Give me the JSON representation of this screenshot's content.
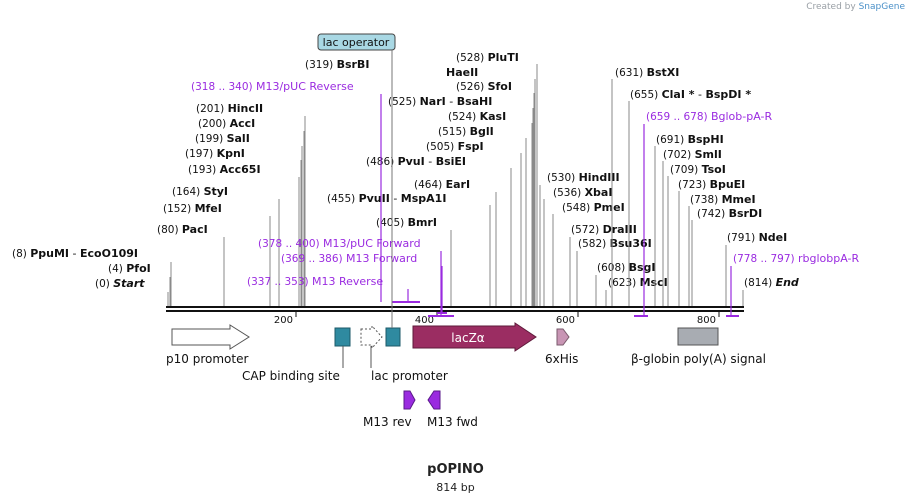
{
  "credit": {
    "prefix": "Created by",
    "brand": "SnapGene"
  },
  "plasmid": {
    "name": "pOPINO",
    "length": "814 bp"
  },
  "ruler": [
    "200",
    "400",
    "600",
    "800"
  ],
  "sites": [
    {
      "pos": "(8)",
      "name": "PpuMI",
      "extra": "EcoO109I",
      "sep": "-"
    },
    {
      "pos": "(4)",
      "name": "PfoI"
    },
    {
      "pos": "(0)",
      "name": "Start",
      "italic": true
    },
    {
      "pos": "(80)",
      "name": "PacI"
    },
    {
      "pos": "(152)",
      "name": "MfeI"
    },
    {
      "pos": "(164)",
      "name": "StyI"
    },
    {
      "pos": "(193)",
      "name": "Acc65I"
    },
    {
      "pos": "(197)",
      "name": "KpnI"
    },
    {
      "pos": "(199)",
      "name": "SalI"
    },
    {
      "pos": "(200)",
      "name": "AccI"
    },
    {
      "pos": "(201)",
      "name": "HincII"
    },
    {
      "pos": "(319)",
      "name": "BsrBI"
    },
    {
      "pos": "(405)",
      "name": "BmrI"
    },
    {
      "pos": "(455)",
      "name": "PvuII",
      "extra": "MspA1I",
      "sep": "-"
    },
    {
      "pos": "(464)",
      "name": "EarI"
    },
    {
      "pos": "(486)",
      "name": "PvuI",
      "extra": "BsiEI",
      "sep": "-"
    },
    {
      "pos": "(505)",
      "name": "FspI"
    },
    {
      "pos": "(515)",
      "name": "BglI"
    },
    {
      "pos": "(524)",
      "name": "KasI"
    },
    {
      "pos": "(525)",
      "name": "NarI",
      "extra": "BsaHI",
      "sep": "-"
    },
    {
      "pos": "(526)",
      "name": "SfoI"
    },
    {
      "pos": "",
      "name": "HaeII"
    },
    {
      "pos": "(528)",
      "name": "PluTI"
    },
    {
      "pos": "(530)",
      "name": "HindIII"
    },
    {
      "pos": "(536)",
      "name": "XbaI"
    },
    {
      "pos": "(548)",
      "name": "PmeI"
    },
    {
      "pos": "(572)",
      "name": "DraIII"
    },
    {
      "pos": "(582)",
      "name": "Bsu36I"
    },
    {
      "pos": "(608)",
      "name": "BsgI"
    },
    {
      "pos": "(623)",
      "name": "MscI"
    },
    {
      "pos": "(631)",
      "name": "BstXI"
    },
    {
      "pos": "(655)",
      "name": "ClaI *",
      "extra": "BspDI *",
      "sep": "-"
    },
    {
      "pos": "(691)",
      "name": "BspHI"
    },
    {
      "pos": "(702)",
      "name": "SmlI"
    },
    {
      "pos": "(709)",
      "name": "TsoI"
    },
    {
      "pos": "(723)",
      "name": "BpuEI"
    },
    {
      "pos": "(738)",
      "name": "MmeI"
    },
    {
      "pos": "(742)",
      "name": "BsrDI"
    },
    {
      "pos": "(791)",
      "name": "NdeI"
    },
    {
      "pos": "(814)",
      "name": "End",
      "italic": true
    }
  ],
  "primers": [
    {
      "range": "(318 .. 340)",
      "name": "M13/pUC Reverse"
    },
    {
      "range": "(378 .. 400)",
      "name": "M13/pUC Forward"
    },
    {
      "range": "(369 .. 386)",
      "name": "M13 Forward"
    },
    {
      "range": "(337 .. 353)",
      "name": "M13 Reverse"
    },
    {
      "range": "(659 .. 678)",
      "name": "Bglob-pA-R"
    },
    {
      "range": "(778 .. 797)",
      "name": "rbglobpA-R"
    }
  ],
  "features": [
    {
      "name": "p10 promoter"
    },
    {
      "name": "CAP binding site"
    },
    {
      "name": "lac promoter"
    },
    {
      "name": "lac operator"
    },
    {
      "name": "lacZα"
    },
    {
      "name": "6xHis"
    },
    {
      "name": "β-globin poly(A) signal"
    },
    {
      "name": "M13 rev"
    },
    {
      "name": "M13 fwd"
    }
  ],
  "colors": {
    "primer": "#9a2be0",
    "lacZ": "#9b2d62",
    "cap": "#2f8aa0",
    "lacPromoter": "#2f8aa0",
    "his": "#c895b4",
    "polyA": "#a8acb2",
    "operatorFill": "#a9d8e4",
    "m13": "#9a2be0"
  }
}
